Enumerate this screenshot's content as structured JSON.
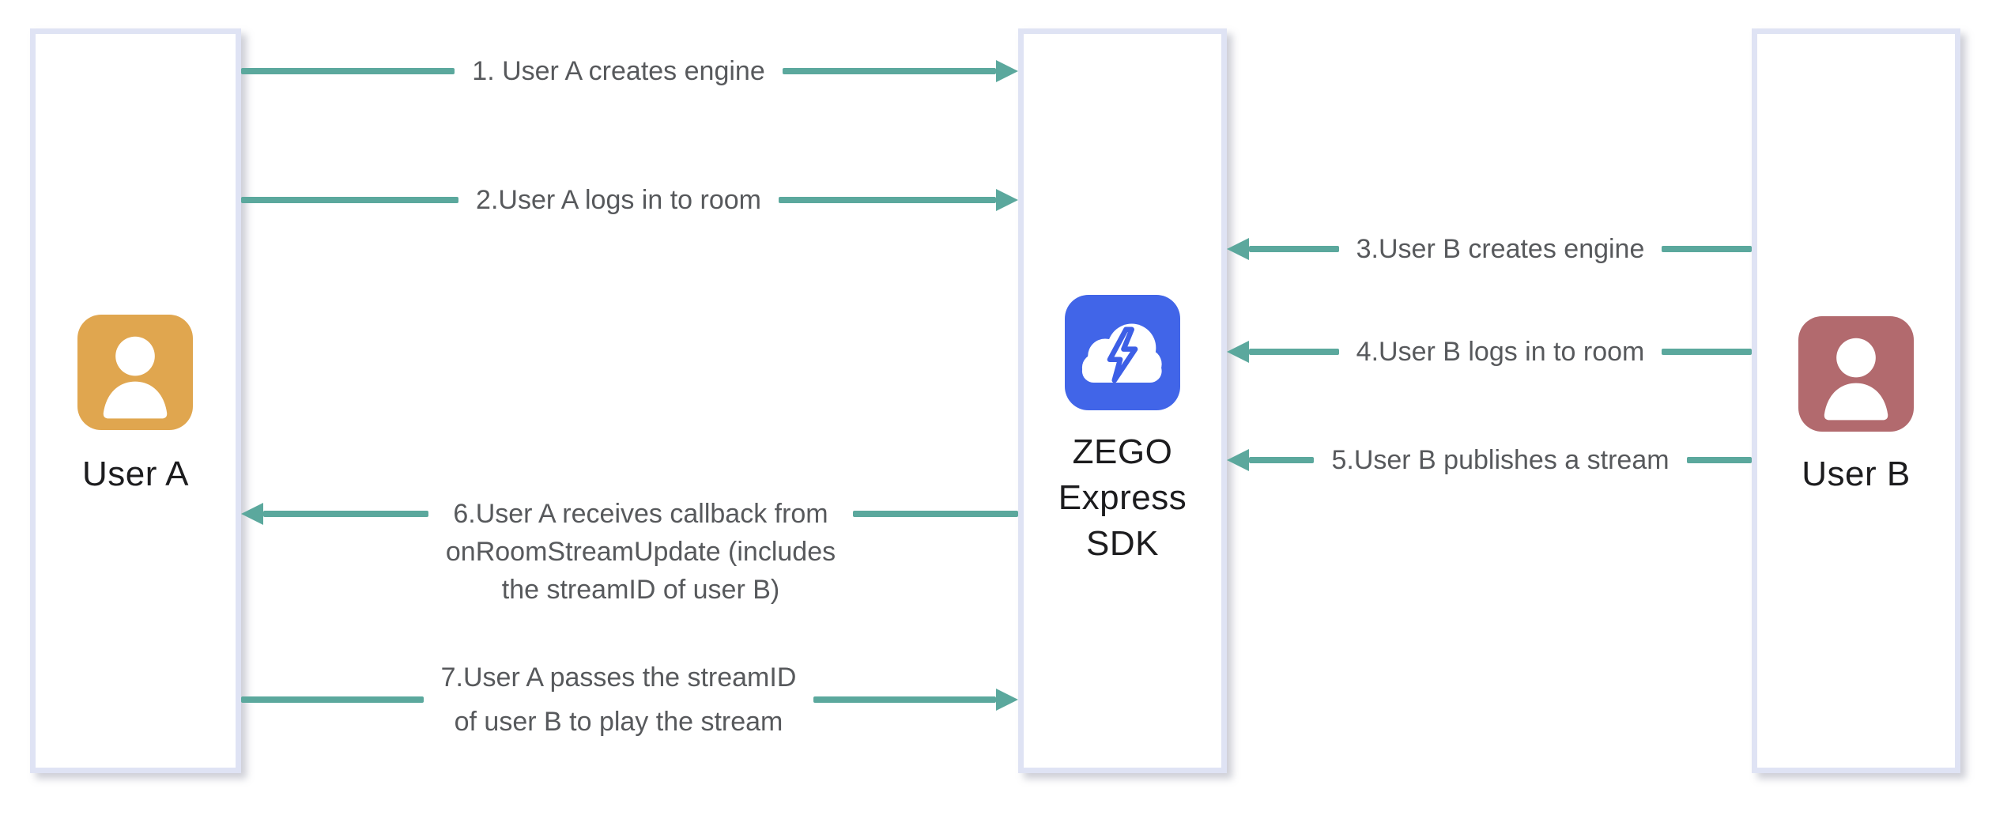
{
  "diagram": {
    "title": "ZEGO Express SDK publish/play stream sequence",
    "colors": {
      "arrow": "#5ba89d",
      "box_border": "#dfe3f4",
      "user_a_icon": "#e0a64f",
      "user_b_icon": "#b26a6e",
      "sdk_icon": "#4165e8",
      "arrow_label_text": "#57595c",
      "actor_label_text": "#1c1c1e"
    },
    "actors": {
      "user_a": {
        "label": "User A",
        "icon": "person-icon"
      },
      "sdk": {
        "line1": "ZEGO",
        "line2": "Express",
        "line3": "SDK",
        "icon": "cloud-lightning-icon"
      },
      "user_b": {
        "label": "User B",
        "icon": "person-icon"
      }
    },
    "arrows": {
      "a1": {
        "label": "1. User A creates engine",
        "from": "User A",
        "to": "SDK",
        "direction": "right"
      },
      "a2": {
        "label": "2.User A logs in to room",
        "from": "User A",
        "to": "SDK",
        "direction": "right"
      },
      "a3": {
        "label": "3.User B creates engine",
        "from": "User B",
        "to": "SDK",
        "direction": "left"
      },
      "a4": {
        "label": "4.User B logs in to room",
        "from": "User B",
        "to": "SDK",
        "direction": "left"
      },
      "a5": {
        "label": "5.User B publishes a stream",
        "from": "User B",
        "to": "SDK",
        "direction": "left"
      },
      "a6": {
        "line1": "6.User A receives callback from",
        "line2": "onRoomStreamUpdate (includes",
        "line3": "the streamID of user B)",
        "from": "SDK",
        "to": "User A",
        "direction": "left"
      },
      "a7": {
        "line1": "7.User A passes the streamID",
        "line2": "of user B to play the stream",
        "from": "User A",
        "to": "SDK",
        "direction": "right"
      }
    }
  }
}
